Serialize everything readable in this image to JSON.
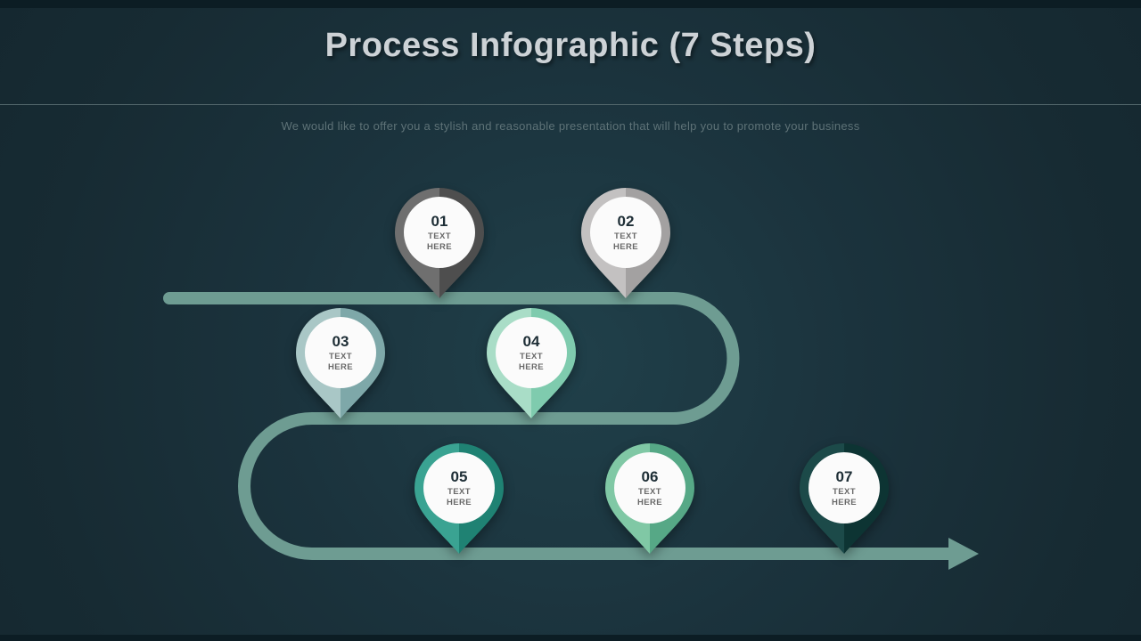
{
  "slide": {
    "title": "Process Infographic (7 Steps)",
    "subtitle": "We would like to offer you a stylish and reasonable presentation that will help you to promote your business"
  },
  "colors": {
    "background": "#1b333d",
    "path": "#6e9c92",
    "title": "#cdd2d6",
    "subtitle": "#5e7277",
    "circle_fill": "#fbfbfb",
    "number_text": "#1e2e36",
    "label_text": "#686868"
  },
  "steps": [
    {
      "number": "01",
      "label": "TEXT HERE",
      "color_left": "#6f6f6f",
      "color_right": "#4e4e4e"
    },
    {
      "number": "02",
      "label": "TEXT HERE",
      "color_left": "#c3c1c1",
      "color_right": "#a3a1a1"
    },
    {
      "number": "03",
      "label": "TEXT HERE",
      "color_left": "#a9c7c6",
      "color_right": "#7ea8a9"
    },
    {
      "number": "04",
      "label": "TEXT HERE",
      "color_left": "#a9ddc7",
      "color_right": "#7fcbae"
    },
    {
      "number": "05",
      "label": "TEXT HERE",
      "color_left": "#3aa392",
      "color_right": "#1f8273"
    },
    {
      "number": "06",
      "label": "TEXT HERE",
      "color_left": "#80c8a5",
      "color_right": "#56a886"
    },
    {
      "number": "07",
      "label": "TEXT HERE",
      "color_left": "#1c4a49",
      "color_right": "#0d3433"
    }
  ]
}
